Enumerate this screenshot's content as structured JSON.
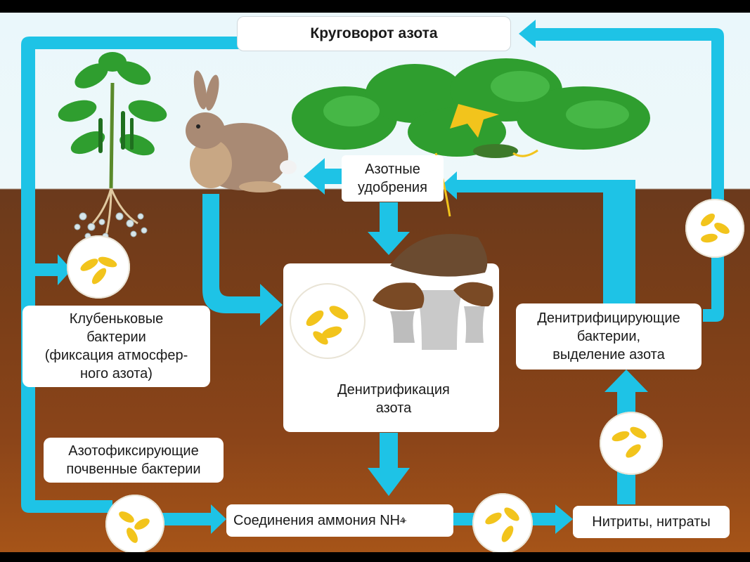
{
  "title": "Круговорот азота",
  "fertilizer_label": [
    "Азотные",
    "удобрения"
  ],
  "nodule_label": [
    "Клубеньковые",
    "бактерии",
    "(фиксация атмосфер-",
    "ного азота)"
  ],
  "denitrification_label": [
    "Денитрификация",
    "азота"
  ],
  "denitrifying_label": [
    "Денитрифицирующие",
    "бактерии,",
    "выделение азота"
  ],
  "soil_bacteria_label": [
    "Азотофиксирующие",
    "почвенные бактерии"
  ],
  "ammonium_label": {
    "text": "Соединения аммония NH",
    "sub": "4",
    "sup": "+"
  },
  "nitrites_label": "Нитриты, нитраты",
  "colors": {
    "arrow": "#1ec3e6",
    "soil_top": "#6b3a1c",
    "soil_bottom": "#a65418",
    "sky": "#eaf7fb",
    "leaf": "#2f9e2f",
    "bacteria": "#f2c41c"
  },
  "icons": [
    "plant-icon",
    "rabbit-icon",
    "pumpkin-plant-icon",
    "mushroom-icon",
    "bacteria-icon"
  ]
}
